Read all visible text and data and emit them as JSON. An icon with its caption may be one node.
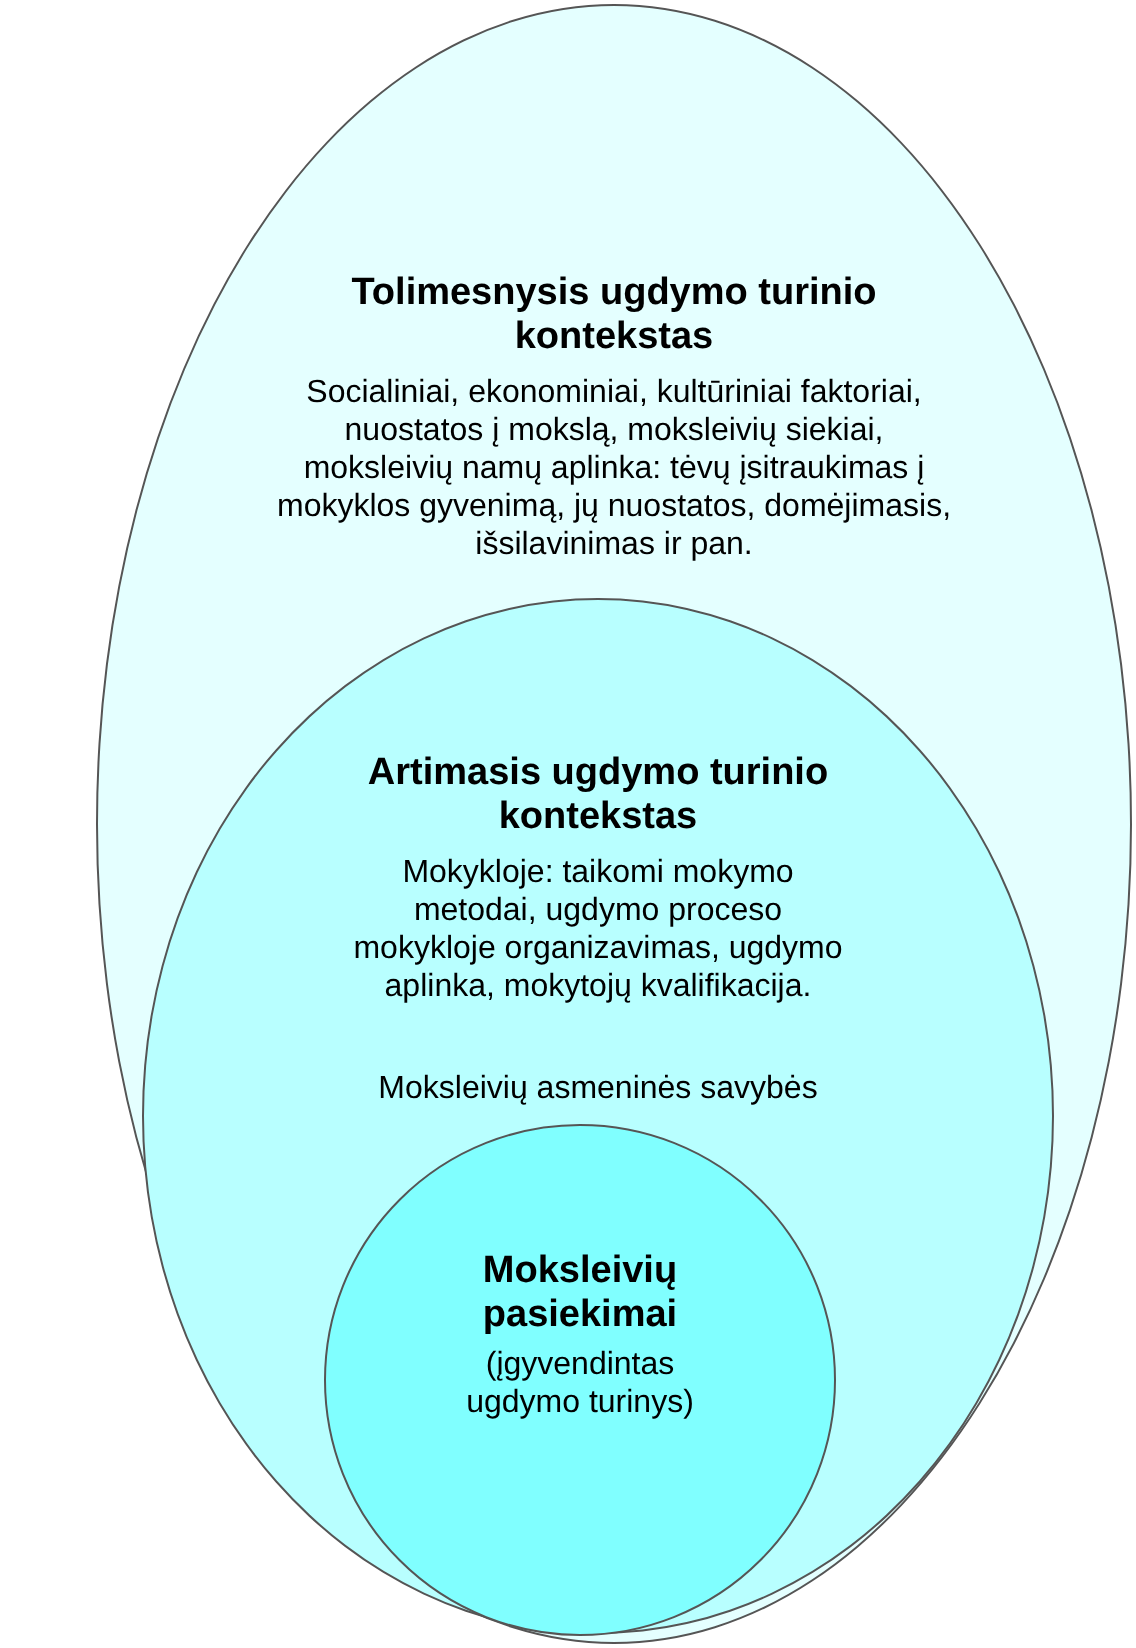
{
  "diagram": {
    "nodes": [
      {
        "text": [
          "Tolimesnysis ugdymo turinio kontekstas",
          "Socialiniai, ekonominiai, kultūriniai faktoriai, nuostatos į mokslą, moksleivių siekiai, moksleivių namų aplinka: tėvų įsitraukimas į mokyklos gyvenimą, jų nuostatos, domėjimasis, išsilavinimas ir pan."
        ]
      },
      {
        "text": [
          "Artimasis ugdymo turinio kontekstas",
          "Mokykloje: taikomi mokymo metodai, ugdymo proceso mokykloje organizavimas, ugdymo aplinka, mokytojų kvalifikacija.",
          "Moksleivių asmeninės savybės"
        ],
        "in": 0
      },
      {
        "text": [
          "Moksleivių pasiekimai",
          "(įgyvendintas ugdymo turinys)"
        ],
        "in": 1
      }
    ]
  }
}
